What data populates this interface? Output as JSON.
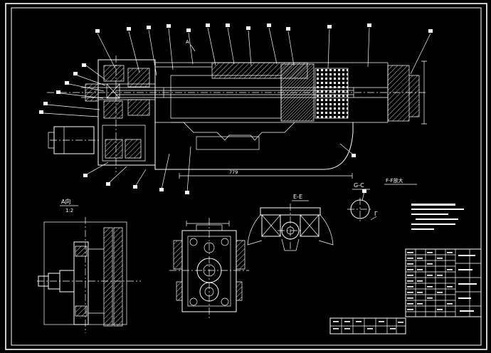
{
  "drawing": {
    "background": "#000000",
    "line_color": "#ffffff"
  },
  "labels": {
    "arrow_a": "A",
    "view_a": "A向",
    "view_a_scale": "1:2",
    "section_ee": "E-E",
    "detail_gc": "G-C",
    "detail_ff": "F-F放大",
    "gamma": "Γ",
    "dim_length": "779"
  }
}
